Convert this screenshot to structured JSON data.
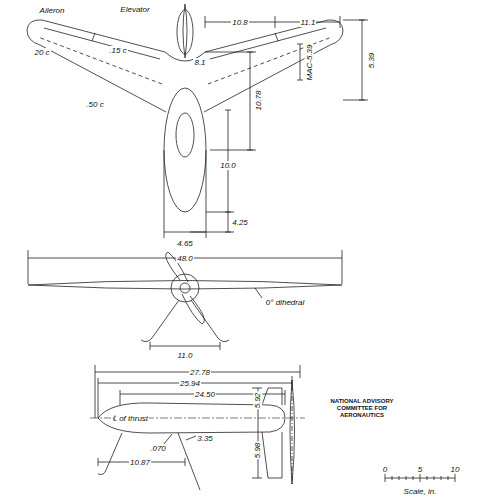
{
  "diagram": {
    "labels": [
      "Aileron",
      "Elevator",
      "20 c",
      ".15 c",
      ".50 c",
      "8.1",
      "10.8",
      "11.1",
      "5.39",
      "MAC-5.39",
      "10.78",
      "10.0",
      "4.25",
      "4.65",
      "48.0",
      "0° dihedral",
      "11.0",
      "27.78",
      "25.94",
      "24.50",
      "5.92",
      "5.98",
      "℄ of thrust",
      ".070",
      "10.87",
      "3.35",
      "NATIONAL ADVISORY COMMITTEE FOR AERONAUTICS",
      "0",
      "5",
      "10",
      "Scale, in."
    ]
  }
}
